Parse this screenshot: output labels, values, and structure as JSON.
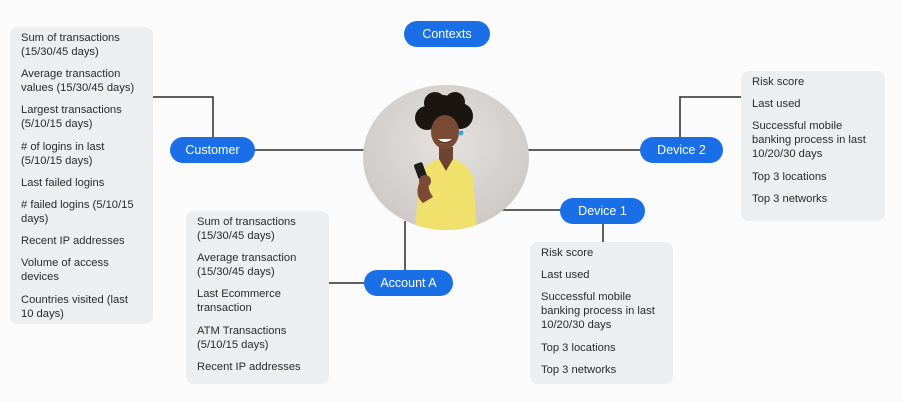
{
  "diagram": {
    "contexts_label": "Contexts",
    "customer": {
      "label": "Customer",
      "items": [
        "Sum of transactions (15/30/45 days)",
        "Average transaction values (15/30/45 days)",
        "Largest transactions (5/10/15 days)",
        "# of logins in last (5/10/15 days)",
        "Last failed logins",
        "# failed logins (5/10/15 days)",
        "Recent IP addresses",
        "Volume of access devices",
        "Countries visited (last 10 days)"
      ]
    },
    "account_a": {
      "label": "Account A",
      "items": [
        "Sum of transactions (15/30/45 days)",
        "Average transaction (15/30/45 days)",
        "Last Ecommerce transaction",
        "ATM Transactions (5/10/15 days)",
        "Recent IP addresses"
      ]
    },
    "device_1": {
      "label": "Device 1",
      "items": [
        "Risk score",
        "Last used",
        "Successful mobile banking process in last 10/20/30 days",
        "Top 3 locations",
        "Top 3 networks"
      ]
    },
    "device_2": {
      "label": "Device 2",
      "items": [
        "Risk score",
        "Last used",
        "Successful mobile banking process in last 10/20/30 days",
        "Top 3 locations",
        "Top 3 networks"
      ]
    }
  },
  "colors": {
    "pill": "#1a6fe6",
    "panel": "#eceeef",
    "connector": "#2a2a2a",
    "background": "#fbfbfb"
  }
}
